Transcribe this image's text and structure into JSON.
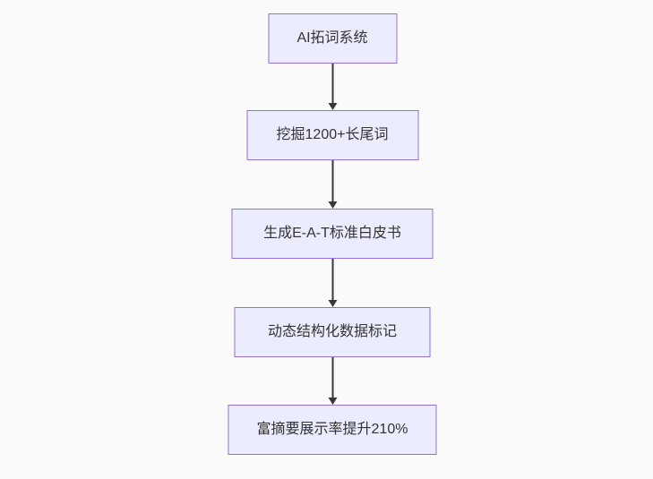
{
  "page": {
    "background_color": "#fafafa"
  },
  "flowchart": {
    "type": "flowchart",
    "direction": "top-to-bottom",
    "node_fill_color": "#ececff",
    "node_border_color": "#9370db",
    "node_text_color": "#333333",
    "arrow_color": "#383838",
    "nodes": [
      {
        "id": "n1",
        "label": "AI拓词系统"
      },
      {
        "id": "n2",
        "label": "挖掘1200+长尾词"
      },
      {
        "id": "n3",
        "label": "生成E-A-T标准白皮书"
      },
      {
        "id": "n4",
        "label": "动态结构化数据标记"
      },
      {
        "id": "n5",
        "label": "富摘要展示率提升210%"
      }
    ],
    "edges": [
      {
        "from": "AI拓词系统",
        "to": "挖掘1200+长尾词"
      },
      {
        "from": "挖掘1200+长尾词",
        "to": "生成E-A-T标准白皮书"
      },
      {
        "from": "生成E-A-T标准白皮书",
        "to": "动态结构化数据标记"
      },
      {
        "from": "动态结构化数据标记",
        "to": "富摘要展示率提升210%"
      }
    ]
  }
}
